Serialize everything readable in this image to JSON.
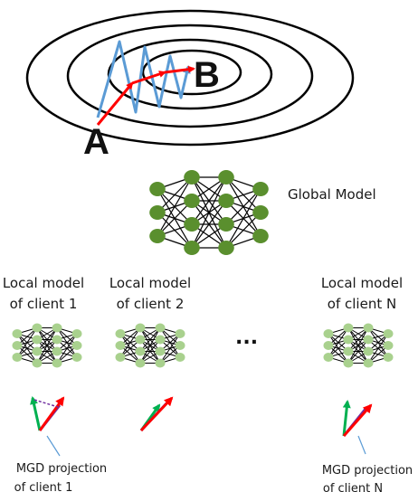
{
  "contour": {
    "start_label": "A",
    "end_label": "B",
    "colors": {
      "ellipse": "#000000",
      "zigzag_path": "#5b9bd5",
      "direct_path": "#ff0000"
    }
  },
  "global_model": {
    "label": "Global Model",
    "node_color": "#5a8f2e"
  },
  "clients": [
    {
      "title_line1": "Local model",
      "title_line2": "of client 1"
    },
    {
      "title_line1": "Local model",
      "title_line2": "of client 2"
    },
    {
      "title_line1": "Local model",
      "title_line2": "of client N"
    }
  ],
  "ellipsis": "...",
  "local_node_color": "#a9d18e",
  "projections": [
    {
      "line1": "MGD projection",
      "line2": "of client 1"
    },
    {
      "line1": "MGD projection",
      "line2": "of client N"
    }
  ],
  "vector_colors": {
    "green": "#00b050",
    "red": "#ff0000",
    "purple": "#7030a0",
    "pointer": "#5b9bd5"
  }
}
